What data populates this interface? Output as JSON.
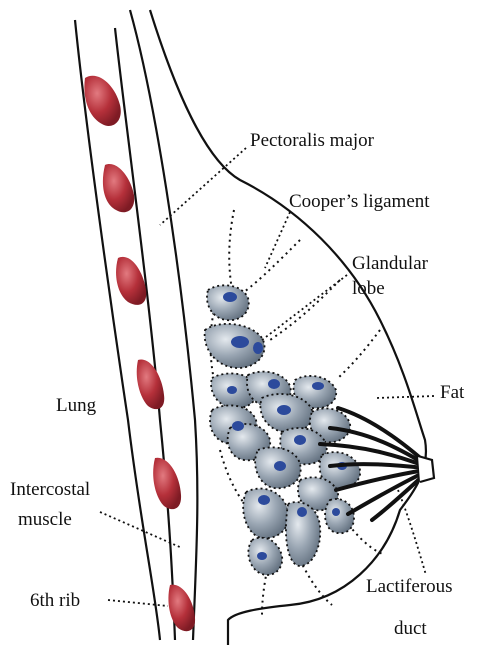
{
  "labels": {
    "pectoralis": "Pectoralis major",
    "cooper": "Cooper’s ligament",
    "glandular_1": "Glandular",
    "glandular_2": "lobe",
    "fat": "Fat",
    "lung": "Lung",
    "intercostal_1": "Intercostal",
    "intercostal_2": "muscle",
    "rib": "6th rib",
    "lactiferous_1": "Lactiferous",
    "lactiferous_2": "duct"
  },
  "colors": {
    "outline": "#111111",
    "rib": "#b5303a",
    "rib_highlight": "#e27a80",
    "lobe": "#8e9aa8",
    "lobe_highlight": "#d4dbe3",
    "lobe_core": "#2c4a9c"
  },
  "icons": {
    "rib_shape": "rib-segment-icon",
    "lobe_shape": "glandular-lobe-icon"
  }
}
